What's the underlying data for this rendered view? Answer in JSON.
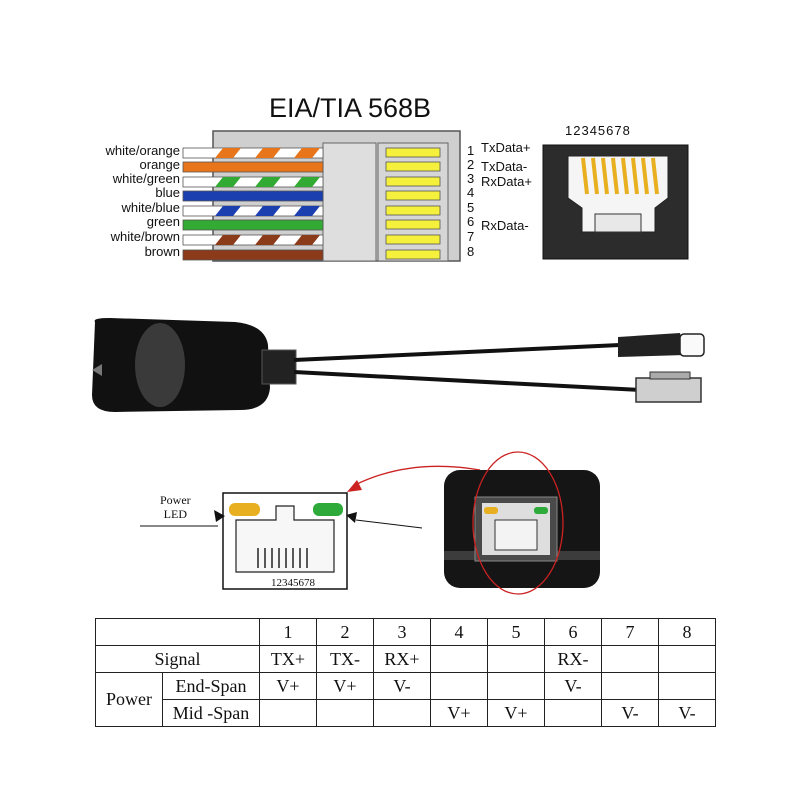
{
  "title": "EIA/TIA 568B",
  "wires": [
    "white/orange",
    "orange",
    "white/green",
    "blue",
    "white/blue",
    "green",
    "white/brown",
    "brown"
  ],
  "pin_numbers": [
    "1",
    "2",
    "3",
    "4",
    "5",
    "6",
    "7",
    "8"
  ],
  "pin_signals": [
    "TxData+",
    "TxData-",
    "RxData+",
    "",
    "",
    "RxData-",
    "",
    ""
  ],
  "jack_pin_numbers": "12345678",
  "led_caption_line1": "Power",
  "led_caption_line2": "LED",
  "led_pin_numbers": "12345678",
  "colors": {
    "orange": "#e8751a",
    "green": "#33aa33",
    "blue": "#1c3fb0",
    "brown": "#8b3a1a",
    "contact_yellow": "#f5f03c",
    "led_amber": "#e8b020",
    "led_green": "#2eaa3a",
    "highlight_red": "#cc2222"
  },
  "table": {
    "pins": [
      "1",
      "2",
      "3",
      "4",
      "5",
      "6",
      "7",
      "8"
    ],
    "signal_label": "Signal",
    "signal": [
      "TX+",
      "TX-",
      "RX+",
      "",
      "",
      "RX-",
      "",
      ""
    ],
    "power_label": "Power",
    "end_span_label": "End-Span",
    "end_span": [
      "V+",
      "V+",
      "V-",
      "",
      "",
      "V-",
      "",
      ""
    ],
    "mid_span_label": "Mid -Span",
    "mid_span": [
      "",
      "",
      "",
      "V+",
      "V+",
      "",
      "V-",
      "V-"
    ]
  }
}
